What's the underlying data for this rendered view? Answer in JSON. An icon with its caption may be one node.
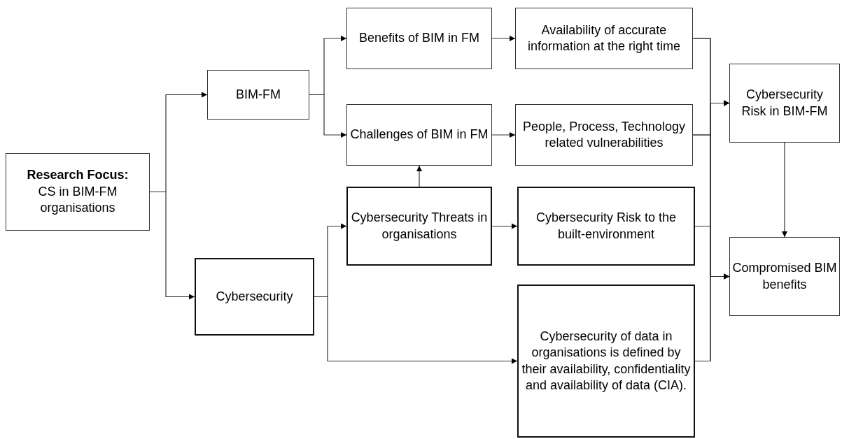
{
  "diagram": {
    "nodes": [
      {
        "text": [
          "Research Focus:",
          "CS in BIM-FM organisations"
        ]
      },
      {
        "text": [
          "BIM-FM"
        ]
      },
      {
        "text": [
          "Cybersecurity"
        ]
      },
      {
        "text": [
          "Benefits of BIM in FM"
        ]
      },
      {
        "text": [
          "Challenges of BIM in FM"
        ]
      },
      {
        "text": [
          "Cybersecurity Threats in organisations"
        ]
      },
      {
        "text": [
          "Availability of accurate information at the right time"
        ]
      },
      {
        "text": [
          "People, Process, Technology related vulnerabilities"
        ]
      },
      {
        "text": [
          "Cybersecurity Risk to the built-environment"
        ]
      },
      {
        "text": [
          "Cybersecurity of data in organisations is defined by their availability, confidentiality and availability of data (CIA)."
        ]
      },
      {
        "text": [
          "Cybersecurity Risk in BIM-FM"
        ]
      },
      {
        "text": [
          "Compromised BIM benefits"
        ]
      }
    ],
    "edges": [
      {
        "from": 0,
        "to": 1,
        "arrow": "to"
      },
      {
        "from": 0,
        "to": 2,
        "arrow": "to"
      },
      {
        "from": 1,
        "to": 3,
        "arrow": "to"
      },
      {
        "from": 1,
        "to": 4,
        "arrow": "to"
      },
      {
        "from": 2,
        "to": 5,
        "arrow": "to"
      },
      {
        "from": 2,
        "to": 9,
        "arrow": "to"
      },
      {
        "from": 3,
        "to": 6,
        "arrow": "to"
      },
      {
        "from": 4,
        "to": 7,
        "arrow": "to"
      },
      {
        "from": 5,
        "to": 4,
        "arrow": "to"
      },
      {
        "from": 5,
        "to": 8,
        "arrow": "to"
      },
      {
        "from": 6,
        "to": 10,
        "arrow": "to"
      },
      {
        "from": 7,
        "to": 10,
        "arrow": "to"
      },
      {
        "from": 8,
        "to": 10,
        "arrow": "to"
      },
      {
        "from": 9,
        "to": 10,
        "arrow": "to"
      },
      {
        "from": 6,
        "to": 11,
        "arrow": "to"
      },
      {
        "from": 7,
        "to": 11,
        "arrow": "to"
      },
      {
        "from": 8,
        "to": 11,
        "arrow": "to"
      },
      {
        "from": 9,
        "to": 11,
        "arrow": "to"
      },
      {
        "from": 10,
        "to": 11,
        "arrow": "to"
      }
    ]
  }
}
